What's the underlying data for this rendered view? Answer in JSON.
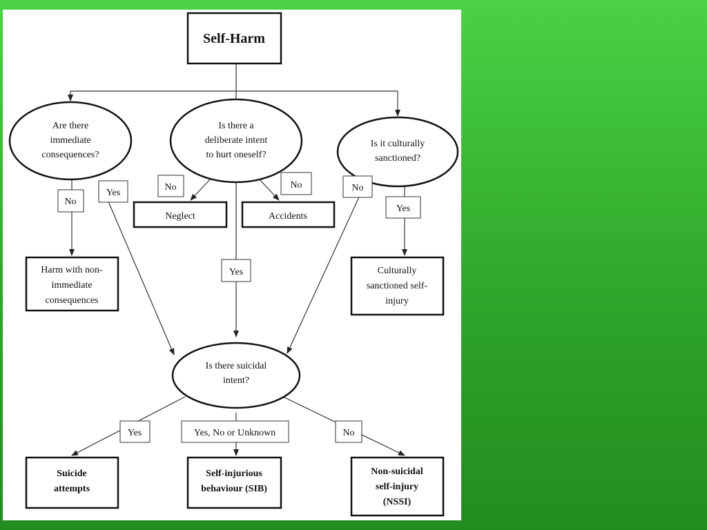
{
  "diagram": {
    "root": "Self-Harm",
    "questions": {
      "immediate": [
        "Are there",
        "immediate",
        "consequences?"
      ],
      "intent": [
        "Is there a",
        "deliberate intent",
        "to hurt oneself?"
      ],
      "cultural": [
        "Is it culturally",
        "sanctioned?"
      ],
      "suicidal": [
        "Is there suicidal",
        "intent?"
      ]
    },
    "edge_labels": {
      "immediate_no": "No",
      "immediate_yes": "Yes",
      "intent_no_left": "No",
      "intent_no_right": "No",
      "intent_yes": "Yes",
      "cultural_no": "No",
      "cultural_yes": "Yes",
      "suicidal_yes": "Yes",
      "suicidal_mixed": "Yes, No or Unknown",
      "suicidal_no": "No"
    },
    "outcomes": {
      "neglect": "Neglect",
      "accidents": "Accidents",
      "non_immediate": [
        "Harm with non-",
        "immediate",
        "consequences"
      ],
      "cultural_injury": [
        "Culturally",
        "sanctioned self-",
        "injury"
      ],
      "suicide": [
        "Suicide",
        "attempts"
      ],
      "sib": [
        "Self-injurious",
        "behaviour (SIB)"
      ],
      "nssi": [
        "Non-suicidal",
        "self-injury",
        "(NSSI)"
      ]
    }
  }
}
